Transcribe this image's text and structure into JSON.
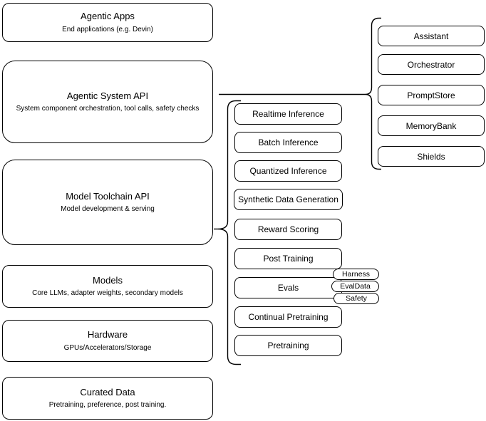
{
  "diagram": {
    "colors": {
      "stroke": "#000000",
      "background": "#ffffff",
      "text": "#000000"
    },
    "layers": [
      {
        "title": "Agentic Apps",
        "subtitle": "End applications (e.g. Devin)"
      },
      {
        "title": "Agentic System API",
        "subtitle": "System component orchestration, tool calls, safety checks"
      },
      {
        "title": "Model Toolchain API",
        "subtitle": "Model development & serving"
      },
      {
        "title": "Models",
        "subtitle": "Core LLMs, adapter weights, secondary models"
      },
      {
        "title": "Hardware",
        "subtitle": "GPUs/Accelerators/Storage"
      },
      {
        "title": "Curated Data",
        "subtitle": "Pretraining, preference, post training."
      }
    ],
    "toolchain_items": [
      "Realtime Inference",
      "Batch Inference",
      "Quantized Inference",
      "Synthetic Data Generation",
      "Reward Scoring",
      "Post Training",
      "Evals",
      "Continual Pretraining",
      "Pretraining"
    ],
    "evals_tags": [
      "Harness",
      "EvalData",
      "Safety"
    ],
    "system_components": [
      "Assistant",
      "Orchestrator",
      "PromptStore",
      "MemoryBank",
      "Shields"
    ]
  }
}
